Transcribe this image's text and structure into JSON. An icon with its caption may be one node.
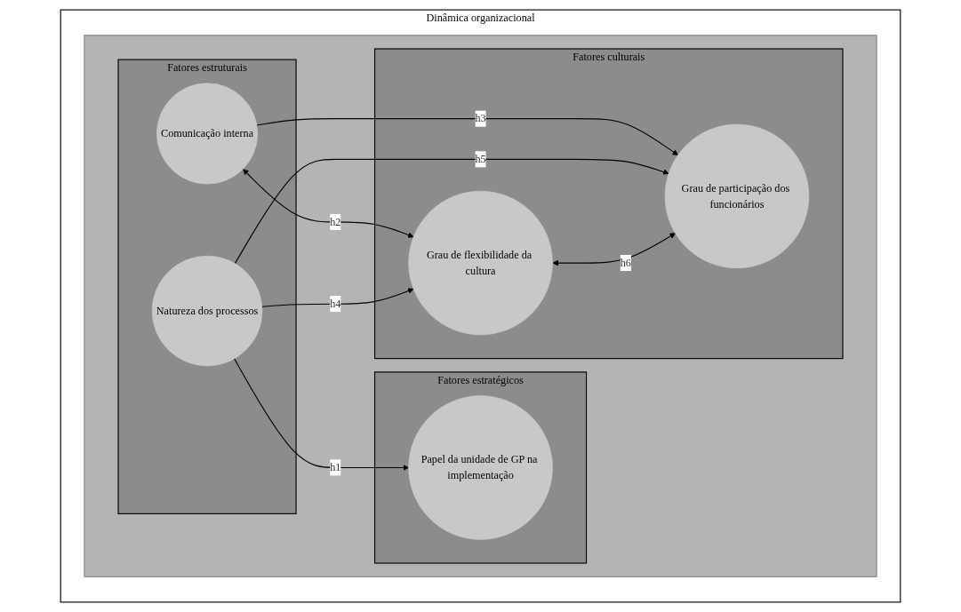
{
  "diagram": {
    "nodes": [
      {
        "text": [
          "Dinâmica organizacional"
        ]
      },
      {
        "text": [],
        "shape": "box",
        "in": 0
      },
      {
        "text": [
          "Fatores estratégicos"
        ],
        "in": 1
      },
      {
        "text": [
          "Papel da unidade de GP na implementação"
        ],
        "in": 2
      },
      {
        "text": [
          "Fatores estruturais"
        ],
        "in": 1
      },
      {
        "text": [
          "Comunicação interna"
        ],
        "in": 4
      },
      {
        "text": [
          "Natureza dos processos"
        ],
        "in": 4
      },
      {
        "text": [
          "Fatores culturais"
        ],
        "in": 1
      },
      {
        "text": [
          "Grau de flexibilidade da cultura"
        ],
        "in": 7
      },
      {
        "text": [
          "Grau de participação dos funcionários"
        ],
        "in": 7
      }
    ],
    "edges": [
      {
        "from": 6,
        "to": 3,
        "arrow": "to",
        "label": "h1"
      },
      {
        "from": 5,
        "to": 8,
        "arrow": "both",
        "label": "h2"
      },
      {
        "from": 5,
        "to": 9,
        "arrow": "to",
        "label": "h3"
      },
      {
        "from": 6,
        "to": 8,
        "arrow": "to",
        "label": "h4"
      },
      {
        "from": 6,
        "to": 9,
        "arrow": "to",
        "label": "h5"
      },
      {
        "from": 8,
        "to": 9,
        "arrow": "both",
        "label": "h6"
      }
    ]
  }
}
